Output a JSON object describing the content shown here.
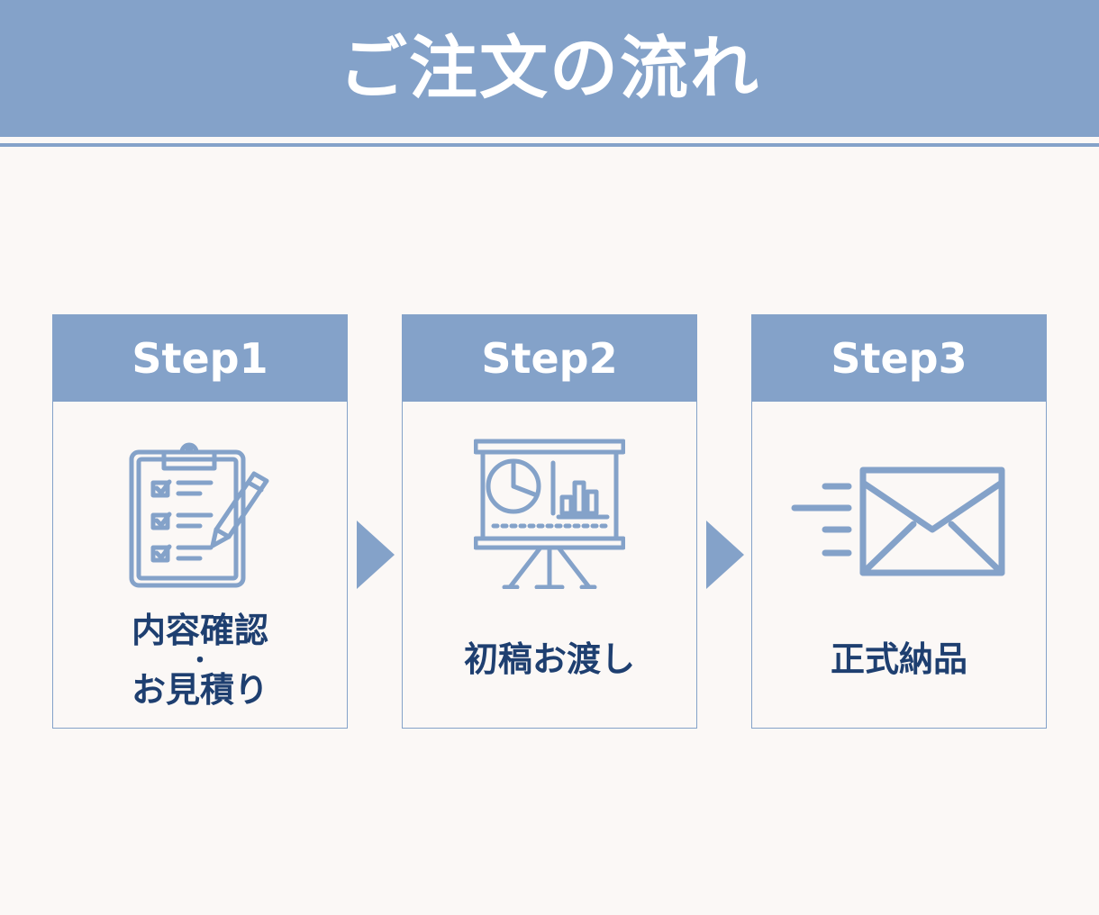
{
  "header": {
    "title": "ご注文の流れ"
  },
  "steps": [
    {
      "heading": "Step1",
      "icon": "clipboard-checklist-icon",
      "label_lines": [
        "内容確認",
        "・",
        "お見積り"
      ]
    },
    {
      "heading": "Step2",
      "icon": "presentation-board-icon",
      "label_lines": [
        "初稿お渡し"
      ]
    },
    {
      "heading": "Step3",
      "icon": "envelope-sending-icon",
      "label_lines": [
        "正式納品"
      ]
    }
  ],
  "colors": {
    "accent": "#84a2c9",
    "text": "#1e3f70",
    "background": "#fbf8f6",
    "header_text": "#ffffff"
  }
}
